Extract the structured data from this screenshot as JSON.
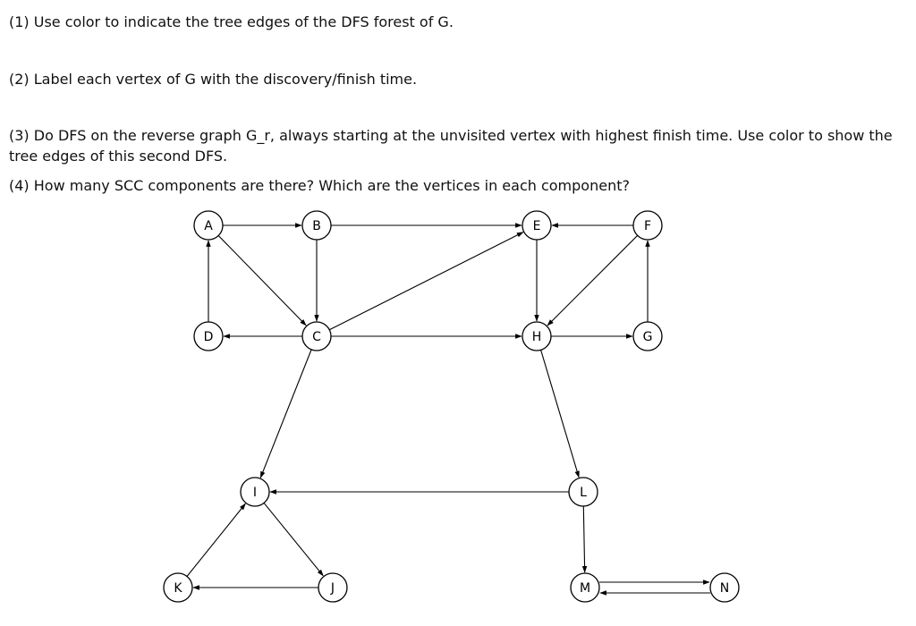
{
  "questions": {
    "q1": "(1) Use color to indicate the tree edges of the DFS forest of G.",
    "q2": "(2) Label each vertex of G with the discovery/finish time.",
    "q3": "(3) Do DFS on the reverse graph G_r, always starting at the unvisited vertex with highest finish time. Use color to show the tree edges of this  second DFS.",
    "q4": "(4) How many SCC components are there? Which are the vertices in each component?"
  },
  "graph": {
    "nodes": [
      "A",
      "B",
      "C",
      "D",
      "E",
      "F",
      "G",
      "H",
      "I",
      "J",
      "K",
      "L",
      "M",
      "N"
    ],
    "edges": [
      {
        "from": "A",
        "to": "B"
      },
      {
        "from": "A",
        "to": "C"
      },
      {
        "from": "B",
        "to": "C"
      },
      {
        "from": "D",
        "to": "A"
      },
      {
        "from": "C",
        "to": "D"
      },
      {
        "from": "B",
        "to": "E"
      },
      {
        "from": "C",
        "to": "E"
      },
      {
        "from": "C",
        "to": "H"
      },
      {
        "from": "C",
        "to": "I"
      },
      {
        "from": "F",
        "to": "E"
      },
      {
        "from": "E",
        "to": "H"
      },
      {
        "from": "F",
        "to": "H"
      },
      {
        "from": "G",
        "to": "F"
      },
      {
        "from": "H",
        "to": "G"
      },
      {
        "from": "H",
        "to": "L"
      },
      {
        "from": "L",
        "to": "I"
      },
      {
        "from": "L",
        "to": "M"
      },
      {
        "from": "I",
        "to": "J"
      },
      {
        "from": "J",
        "to": "K"
      },
      {
        "from": "K",
        "to": "I"
      },
      {
        "from": "M",
        "to": "N"
      },
      {
        "from": "N",
        "to": "M"
      }
    ]
  }
}
